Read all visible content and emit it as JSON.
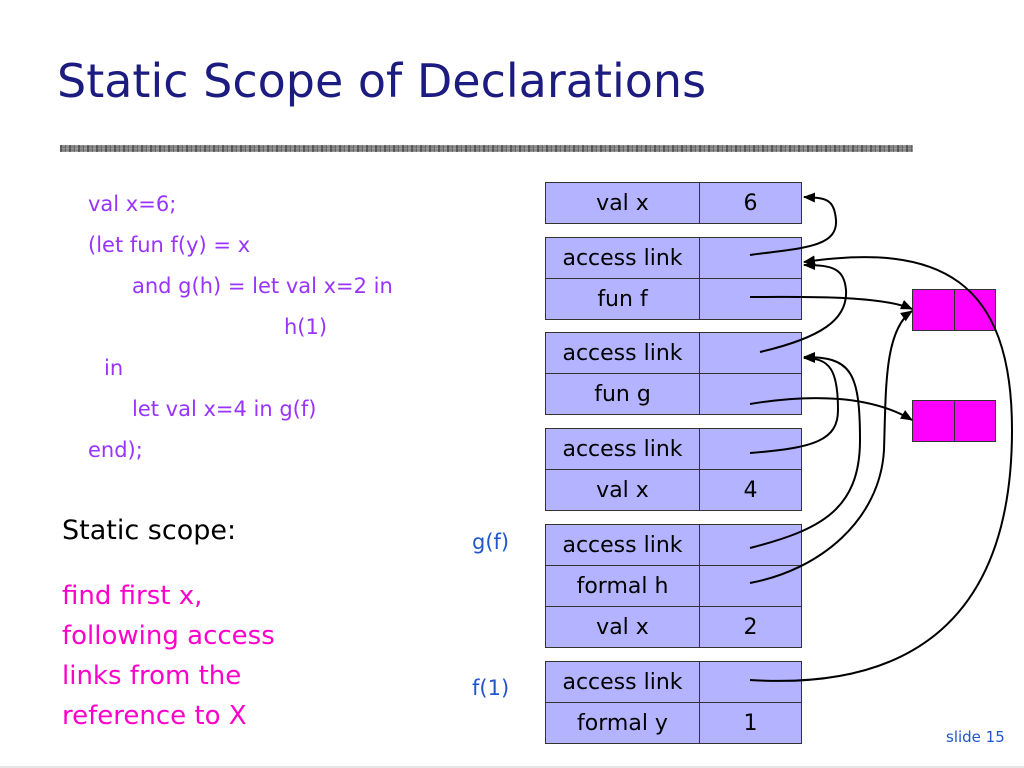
{
  "slide": {
    "title": "Static Scope of Declarations",
    "number_label": "slide 15"
  },
  "colors": {
    "title": "#1c1c80",
    "code": "#9933ff",
    "note": "#ff00cc",
    "frame_label": "#2255cc",
    "frame_fill": "#b3b3ff",
    "closure_fill": "#ff00ff",
    "slide_number": "#2255cc"
  },
  "code": {
    "lines": [
      "val x=6;",
      "(let fun f(y) = x",
      "and g(h) = let val x=2 in",
      "h(1)",
      "in",
      "let val x=4 in g(f)",
      "end);"
    ]
  },
  "scope": {
    "heading": "Static scope:",
    "note_lines": [
      "find first x,",
      "following access",
      "links from the",
      "reference to X"
    ]
  },
  "stack": {
    "frames": [
      {
        "rows": [
          {
            "name": "val x",
            "value": "6"
          }
        ]
      },
      {
        "rows": [
          {
            "name": "access link",
            "value": ""
          },
          {
            "name": "fun f",
            "value": ""
          }
        ]
      },
      {
        "rows": [
          {
            "name": "access link",
            "value": ""
          },
          {
            "name": "fun g",
            "value": ""
          }
        ]
      },
      {
        "rows": [
          {
            "name": "access link",
            "value": ""
          },
          {
            "name": "val x",
            "value": "4"
          }
        ]
      },
      {
        "label": "g(f)",
        "rows": [
          {
            "name": "access link",
            "value": ""
          },
          {
            "name": "formal h",
            "value": ""
          },
          {
            "name": "val x",
            "value": "2"
          }
        ]
      },
      {
        "label": "f(1)",
        "rows": [
          {
            "name": "access link",
            "value": ""
          },
          {
            "name": "formal y",
            "value": "1"
          }
        ]
      }
    ]
  }
}
